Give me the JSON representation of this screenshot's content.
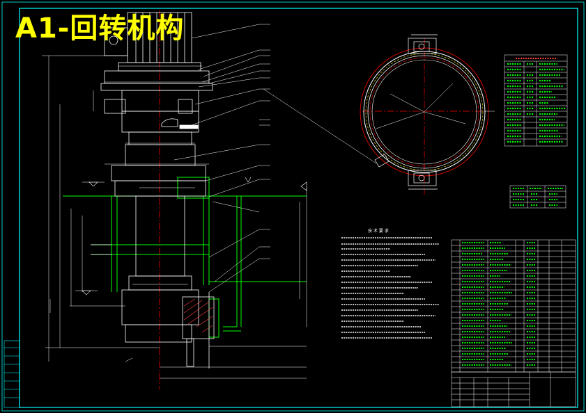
{
  "title": "A1-回转机构",
  "technical_requirements_heading": "技 术 要 求",
  "colors": {
    "background": "#000000",
    "frame": "#00ffff",
    "title_text": "#ffff00",
    "green_lines": "#00ff00",
    "red_centerlines": "#ff0000",
    "white_lines": "#ffffff"
  },
  "views": {
    "main_section": "vertical-section-of-slewing-mechanism",
    "top_view": "slewing-ring-plan-view",
    "parameter_table": "gear-parameter-table",
    "small_table": "tooth-data-table",
    "parts_list": "bill-of-materials",
    "title_block": "drawing-title-block"
  }
}
